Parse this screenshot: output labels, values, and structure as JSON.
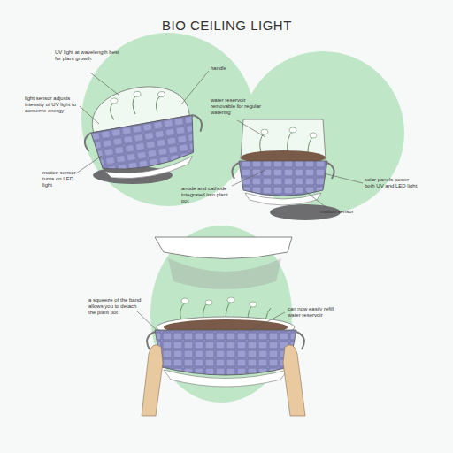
{
  "diagram": {
    "title": "BIO CEILING LIGHT",
    "labels": [
      "UV light at wavelength best for plant growth",
      "handle",
      "light sensor adjusts intensity of UV light to conserve energy",
      "motion sensor turns on LED light",
      "water reservoir removable for regular watering",
      "anode and cathode integrated into plant pot",
      "solar panels power both UV and LED light",
      "motion sensor",
      "a squeeze of the band allows you to detach the plant pot",
      "can now easily refill water reservoir"
    ]
  }
}
